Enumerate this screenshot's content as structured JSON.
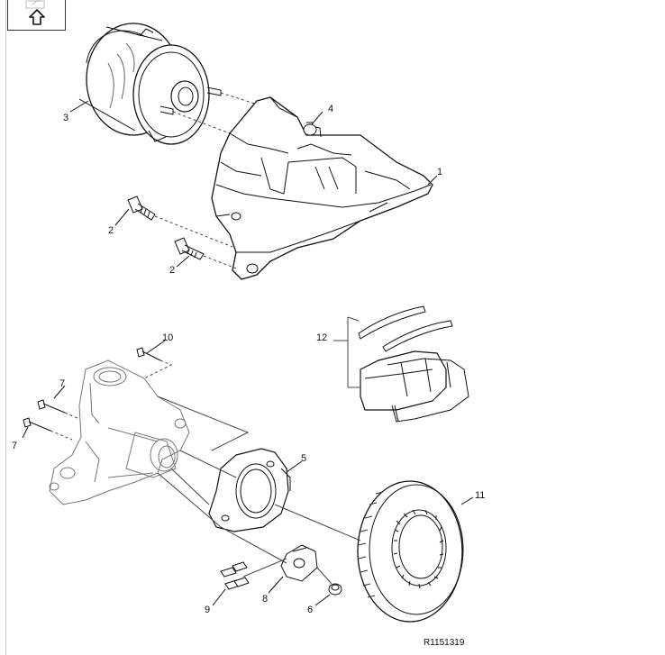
{
  "toolbar": {
    "up_icon": "up-arrow-icon"
  },
  "callouts": {
    "c1": "1",
    "c2a": "2",
    "c2b": "2",
    "c3": "3",
    "c4": "4",
    "c5": "5",
    "c6": "6",
    "c7a": "7",
    "c7b": "7",
    "c8": "8",
    "c9": "9",
    "c10": "10",
    "c11": "11",
    "c12": "12"
  },
  "reference_code": "R1151319"
}
